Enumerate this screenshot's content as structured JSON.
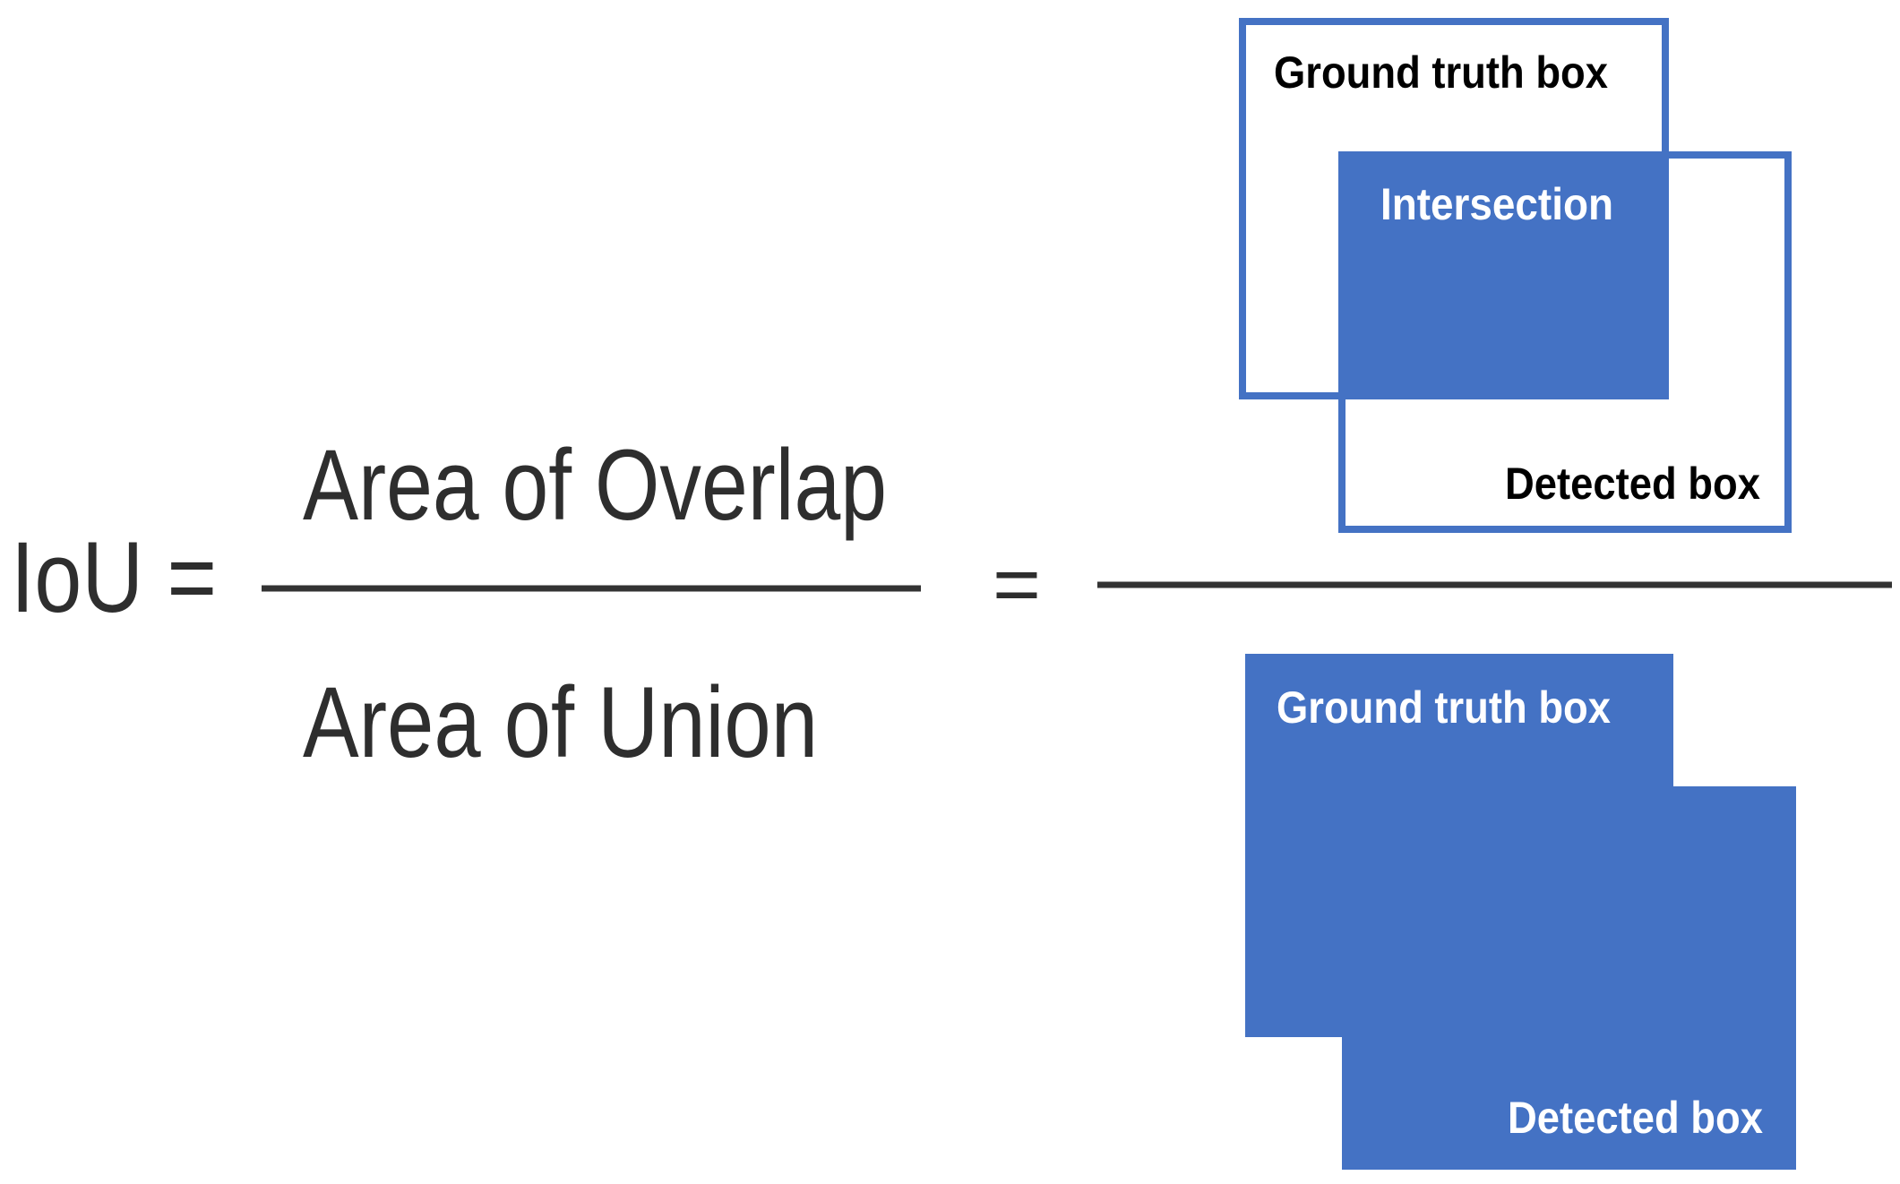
{
  "formula": {
    "lhs": "IoU =",
    "numerator": "Area of Overlap",
    "denominator": "Area of Union",
    "equals": "="
  },
  "overlap_figure": {
    "ground_truth_label": "Ground truth box",
    "intersection_label": "Intersection",
    "detected_label": "Detected box"
  },
  "union_figure": {
    "ground_truth_label": "Ground truth box",
    "detected_label": "Detected box"
  },
  "colors": {
    "box_blue": "#4472C4",
    "text_dark": "#2e2e2e",
    "fraction_line": "#333333"
  }
}
